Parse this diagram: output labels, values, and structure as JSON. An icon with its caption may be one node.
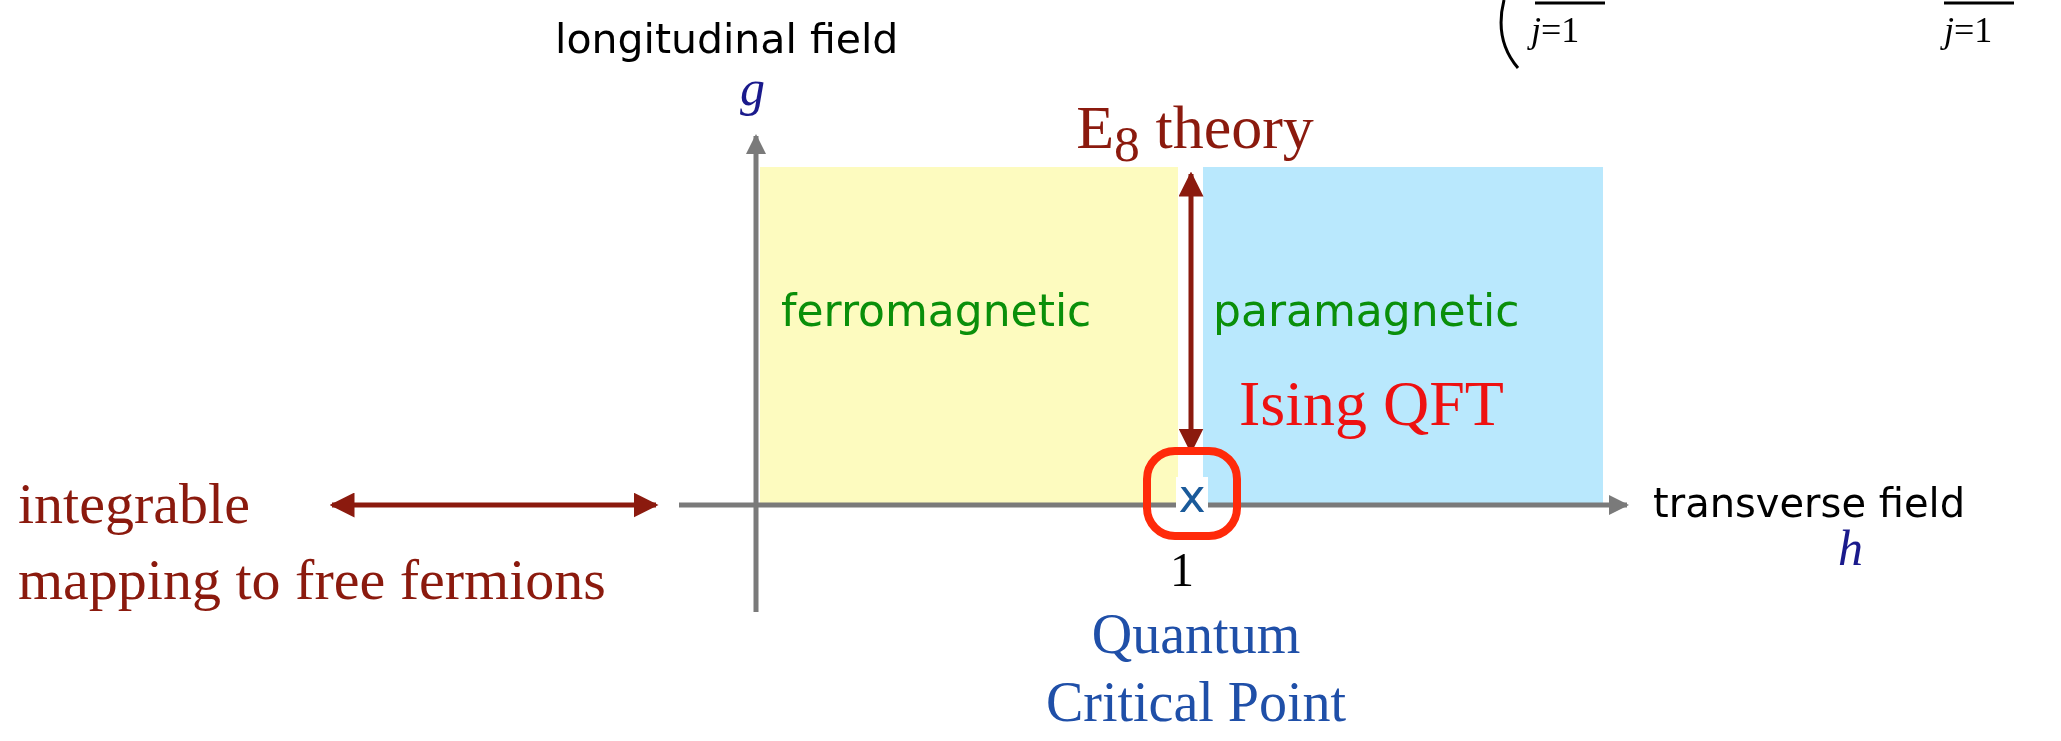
{
  "diagram": {
    "nodes": [
      {
        "text": [
          "ferromagnetic"
        ]
      },
      {
        "text": [
          "paramagnetic",
          "Ising QFT"
        ]
      },
      {
        "text": [
          "E$_{8}$ theory"
        ]
      },
      {
        "text": [
          "x"
        ],
        "beside": [
          "Quantum Critical Point"
        ]
      },
      {
        "text": [
          "integrable"
        ],
        "beside": [
          "mapping to free fermions"
        ]
      }
    ],
    "edges": [
      {
        "from": 4,
        "to": null,
        "arrow": "both"
      },
      {
        "from": 2,
        "to": 3,
        "arrow": "both"
      }
    ],
    "labels": [
      "longitudinal field",
      "*j*=1",
      "*j*=1",
      "g",
      "1",
      "transverse field",
      "h"
    ]
  }
}
